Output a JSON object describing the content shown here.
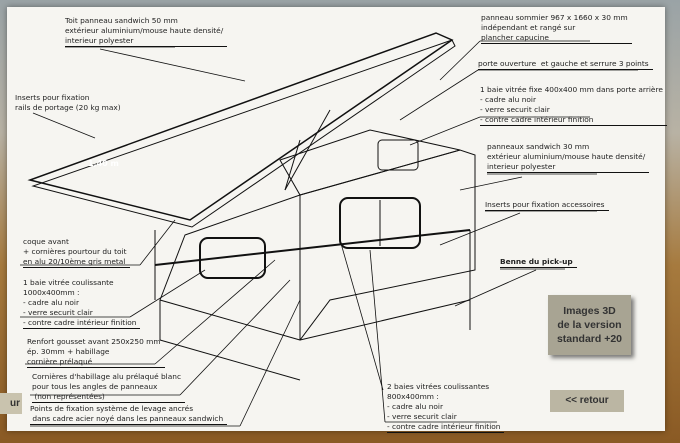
{
  "labels": {
    "toit": "Toit panneau sandwich 50 mm\nextérieur aluminium/mouse haute densité/\ninterieur polyester",
    "inserts_toit": "Inserts pour fixation\nrails de portage (20 kg max)",
    "sommier": "panneau sommier 967 x 1660 x 30 mm\nindépendant et rangé sur\nplancher capucine",
    "porte": "porte ouverture  et gauche et serrure 3 points",
    "baie_arriere": "1 baie vitrée fixe 400x400 mm dans porte arrière\n- cadre alu noir\n- verre securit clair\n- contre cadre intérieur finition",
    "panneaux": "panneaux sandwich 30 mm\nextérieur aluminium/mouse haute densité/\ninterieur polyester",
    "inserts_acc": "Inserts pour fixation accessoires",
    "benne": "Benne du pick-up",
    "coque": "coque avant\n+ cornières pourtour du toit\nen alu 20/10ème gris metal",
    "baie_coulissante": "1 baie vitrée coulissante\n1000x400mm :\n- cadre alu noir\n- verre securit clair\n- contre cadre intérieur finition",
    "renfort": "Renfort gousset avant 250x250 mm\nép. 30mm + habillage\ncornière prélaqué",
    "cornieres": "Cornières d'habillage alu prélaqué blanc\npour tous les angles de panneaux\n (non représentées)",
    "points": "Points de fixation système de levage ancrés\n dans cadre acier noyé dans les panneaux sandwich",
    "baies_laterales": "2 baies vitrées coulissantes\n800x400mm :\n- cadre alu noir\n- verre securit clair\n- contre cadre intérieur finition"
  },
  "dimension": "1,40 m",
  "buttons": {
    "images3d": "Images 3D\nde la version\nstandard +20",
    "retour": "<< retour",
    "left_partial": "ur"
  }
}
